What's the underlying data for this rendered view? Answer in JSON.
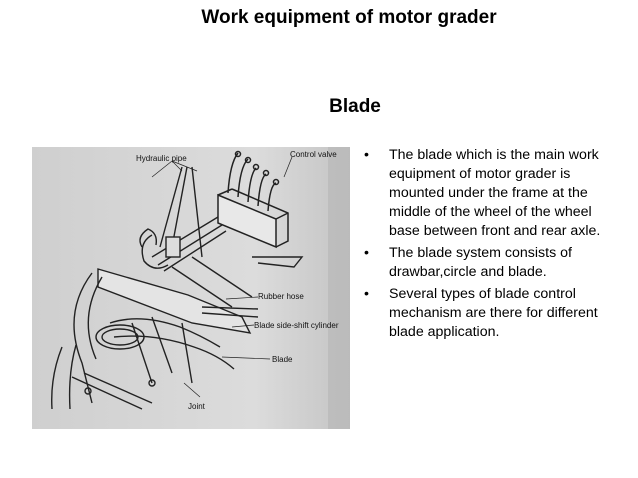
{
  "slide": {
    "title": "Work equipment of motor grader",
    "subtitle": "Blade"
  },
  "figure": {
    "labels": {
      "hydraulic_pipe": "Hydraulic pipe",
      "control_valve": "Control valve",
      "rubber_hose": "Rubber hose",
      "blade_side_shift": "Blade side-shift cylinder",
      "blade": "Blade",
      "joint": "Joint"
    }
  },
  "bullets": {
    "marker": "•",
    "items": [
      "The blade which is the main work equipment of motor grader is mounted under the frame at the middle of the wheel of the wheel base between front and rear axle.",
      "The blade system consists of drawbar,circle and blade.",
      "Several types of blade control mechanism are there for different blade application."
    ]
  }
}
